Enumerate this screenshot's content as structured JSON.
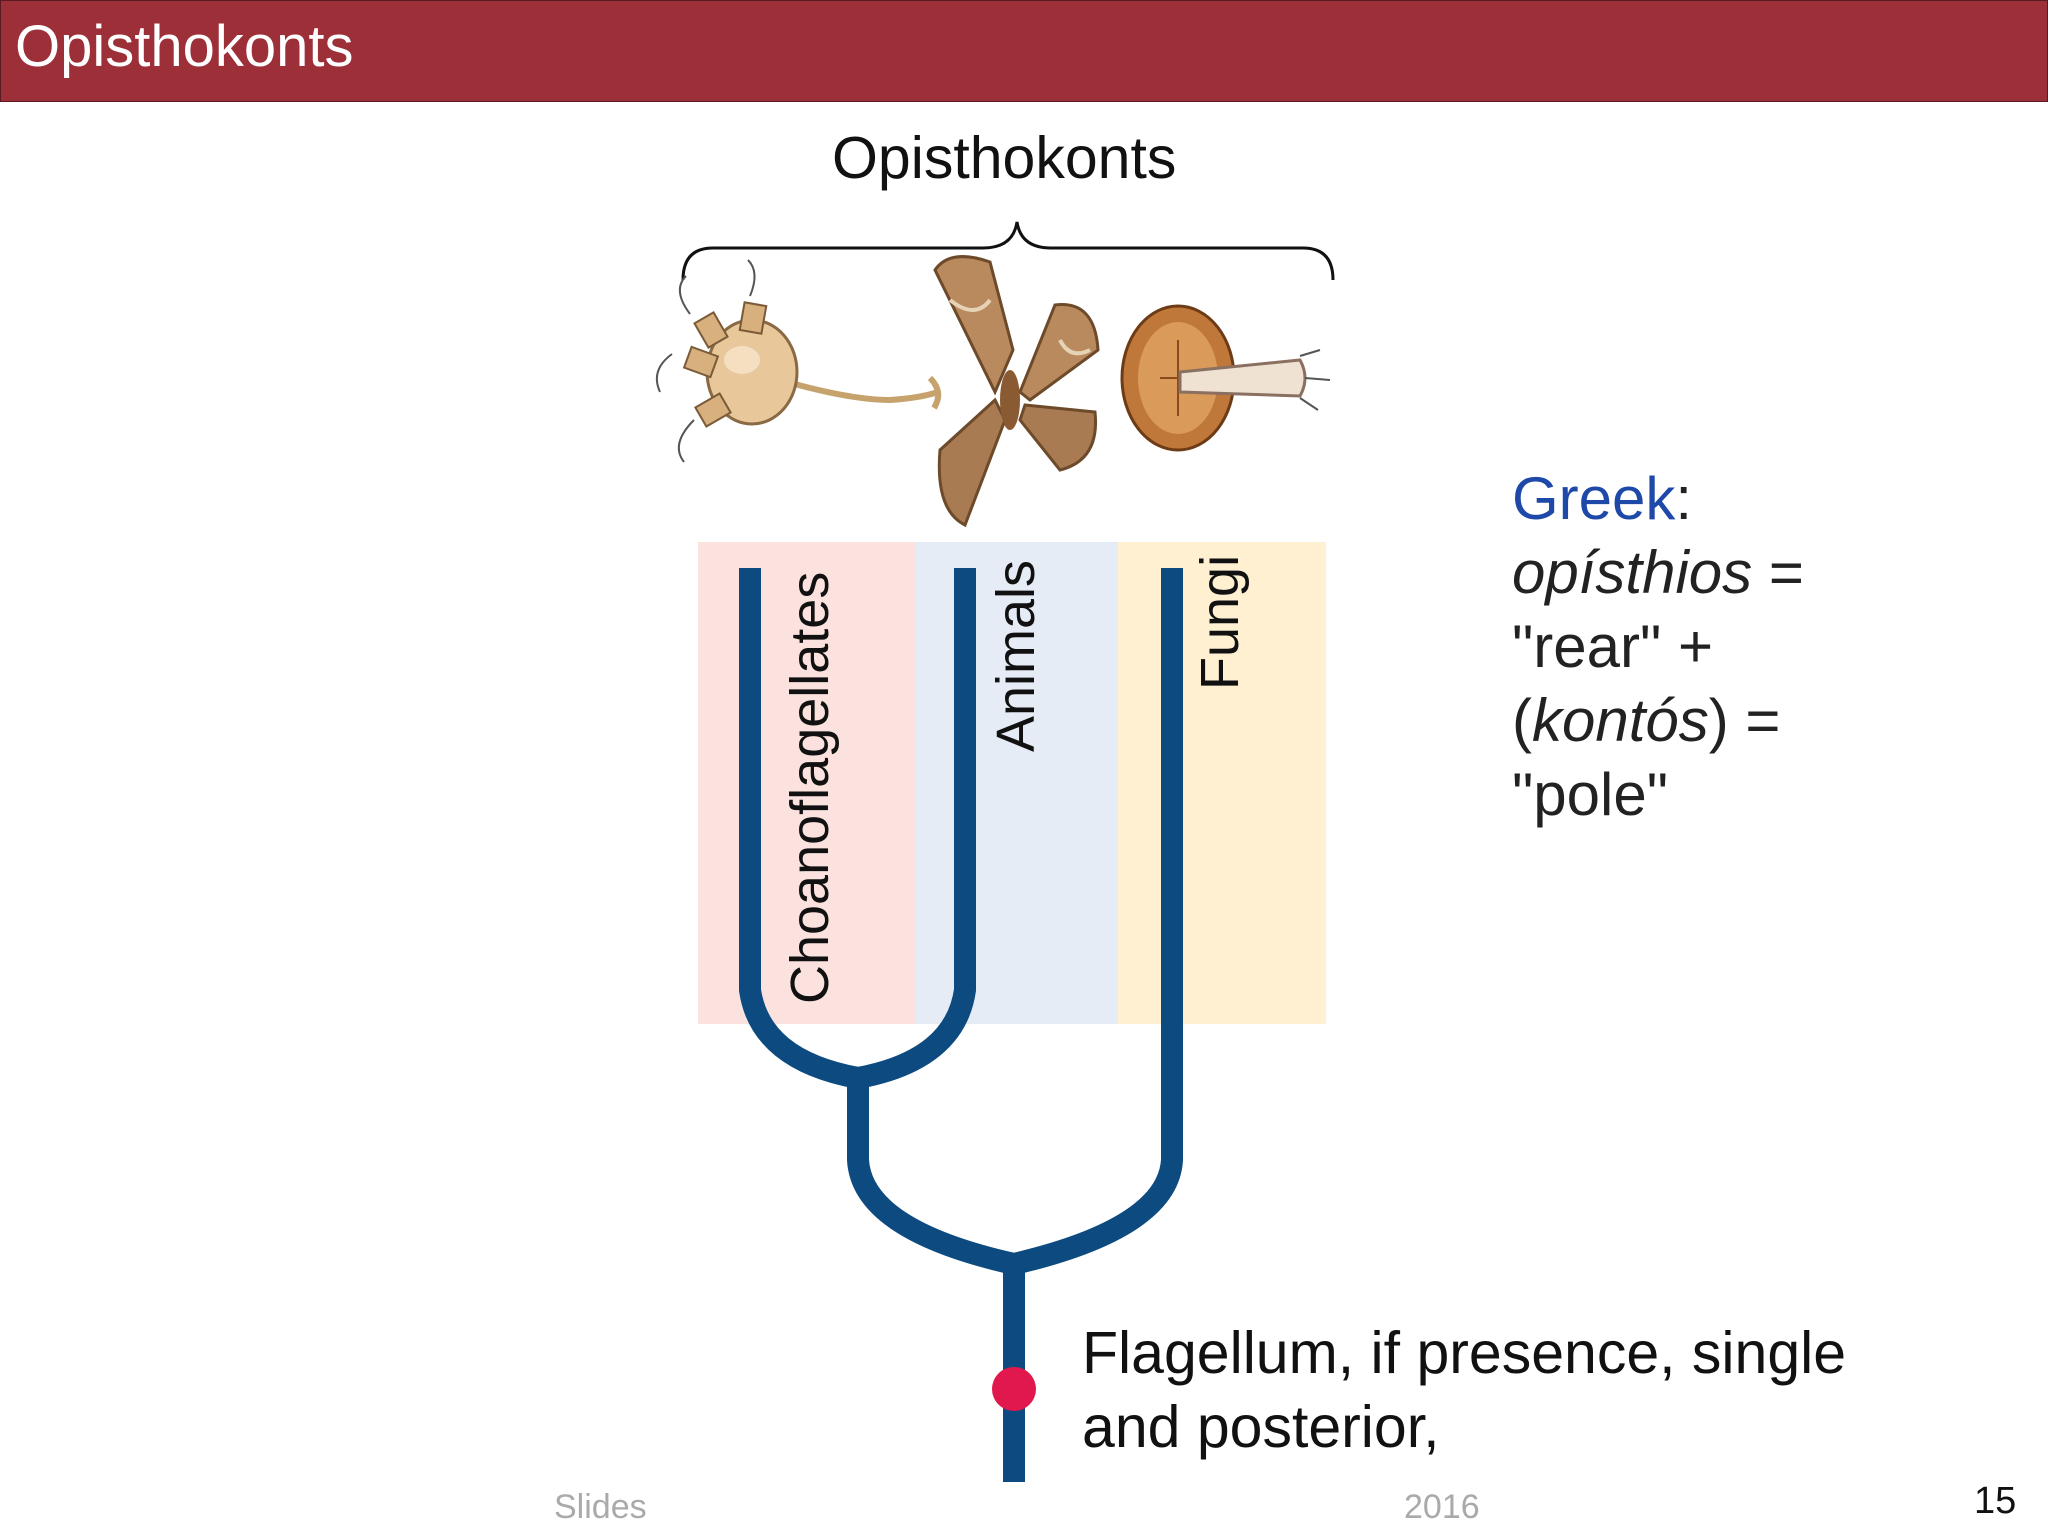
{
  "slide": {
    "title": "Opisthokonts",
    "page_number": "15",
    "footer_left": "Slides",
    "footer_right": "2016"
  },
  "diagram": {
    "title": "Opisthokonts",
    "groups": [
      {
        "label": "Choanoflagellates",
        "band_color": "#fbe2de"
      },
      {
        "label": "Animals",
        "band_color": "#e6ecf5"
      },
      {
        "label": "Fungi",
        "band_color": "#fff0d2"
      }
    ],
    "branch_color": "#0c4a80",
    "feature_marker_color": "#e0184d",
    "feature_text_line1": "Flagellum, if presence, single",
    "feature_text_line2": "and posterior,"
  },
  "etymology": {
    "language": "Greek",
    "colon": ":",
    "word1": "opísthios",
    "eq1": " =",
    "meaning1": "\"rear\" +",
    "paren_open": "(",
    "word2": "kontós",
    "paren_close": ")",
    "eq2": " =",
    "meaning2": "\"pole\""
  },
  "icons": [
    "choanoflagellate-illustration",
    "moth-illustration",
    "mushroom-illustration"
  ]
}
